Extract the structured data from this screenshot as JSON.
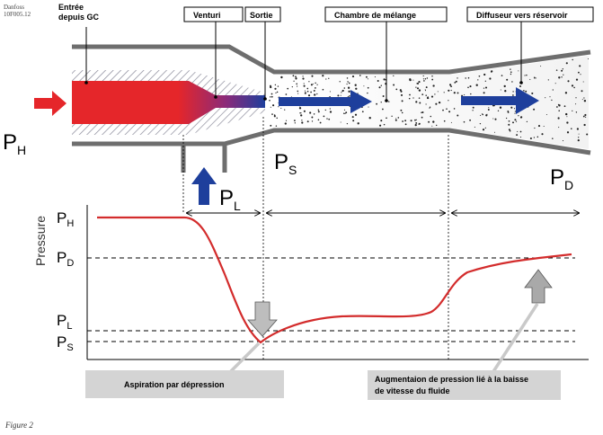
{
  "meta": {
    "corner_line1": "Danfoss",
    "corner_line2": "10F005.12"
  },
  "labels": {
    "entree_line1": "Entrée",
    "entree_line2": "depuis GC",
    "venturi": "Venturi",
    "sortie": "Sortie",
    "chambre": "Chambre de mélange",
    "diffuseur": "Diffuseur vers réservoir"
  },
  "pressures": {
    "symbol": "P",
    "high_sub": "H",
    "low_sub": "L",
    "sortie_sub": "S",
    "diffuser_sub": "D"
  },
  "chart": {
    "ylabel": "Pressure",
    "ticks": [
      {
        "main": "P",
        "sub": "H"
      },
      {
        "main": "P",
        "sub": "D"
      },
      {
        "main": "P",
        "sub": "L"
      },
      {
        "main": "P",
        "sub": "S"
      }
    ]
  },
  "notes": {
    "aspiration": "Aspiration par dépression",
    "augment_line1": "Augmentaion de pression lié à la baisse",
    "augment_line2": "de vitesse du fluide"
  },
  "caption": "Figure 2",
  "colors": {
    "wall": "#6e6e6e",
    "flow_blue": "#1e3f9c",
    "flow_red": "#e5262a",
    "curve": "#d32c2c",
    "box": "#d4d4d4"
  }
}
